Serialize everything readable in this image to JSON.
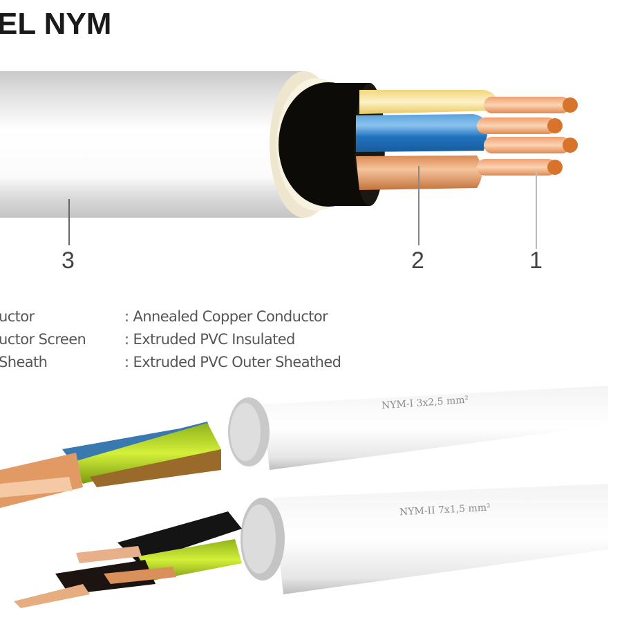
{
  "title": "EL NYM",
  "callouts": [
    {
      "number": "3",
      "target": "outer-sheath"
    },
    {
      "number": "2",
      "target": "conductor-screen"
    },
    {
      "number": "1",
      "target": "conductor"
    }
  ],
  "specs": [
    {
      "name": "uctor",
      "value": ": Annealed Copper Conductor"
    },
    {
      "name": "uctor Screen",
      "value": ": Extruded PVC Insulated"
    },
    {
      "name": " Sheath",
      "value": ": Extruded PVC Outer Sheathed"
    }
  ],
  "cable_labels": {
    "upper": "NYM-I  3x2,5 mm²",
    "lower": "NYM-II  7x1,5 mm²"
  },
  "colors": {
    "sheath": "#f2f2f2",
    "inner_black": "#0d0b08",
    "yellow_core": "#f6e3a0",
    "blue_core": "#2d7fc7",
    "copper": "#e59a63",
    "green_yellow": "#b9e021",
    "brown": "#9a6a2a"
  }
}
